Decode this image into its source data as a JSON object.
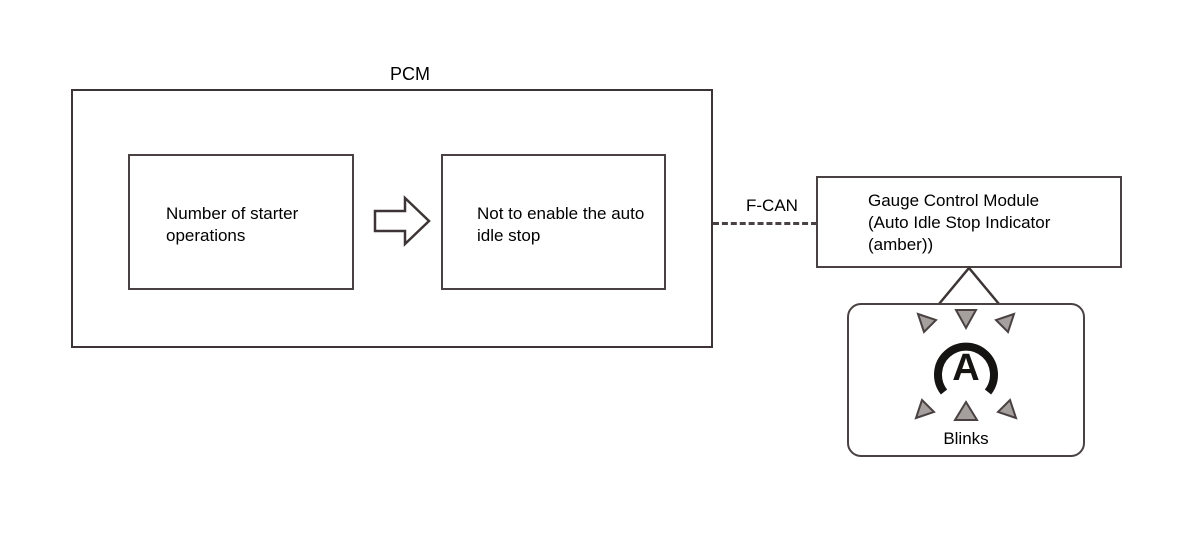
{
  "diagram": {
    "pcm": {
      "title": "PCM",
      "processes": [
        {
          "id": "starter-ops",
          "text": "Number of starter\noperations"
        },
        {
          "id": "disable-idle-stop",
          "text": "Not to enable the\nauto idle stop"
        }
      ],
      "arrow_icon": "right-block-arrow-icon"
    },
    "bus": {
      "label": "F-CAN",
      "style": "dashed"
    },
    "gauge_module": {
      "text": "Gauge Control Module\n(Auto Idle Stop Indicator\n(amber))"
    },
    "indicator": {
      "symbol_letter": "A",
      "symbol_name": "auto-idle-stop-indicator-icon",
      "status": "Blinks",
      "ray_count": 6
    },
    "colors": {
      "line": "#4a4242",
      "outer_line": "#3d3535",
      "text": "#000000",
      "ray_fill": "#9e9a97",
      "background": "#ffffff"
    }
  }
}
